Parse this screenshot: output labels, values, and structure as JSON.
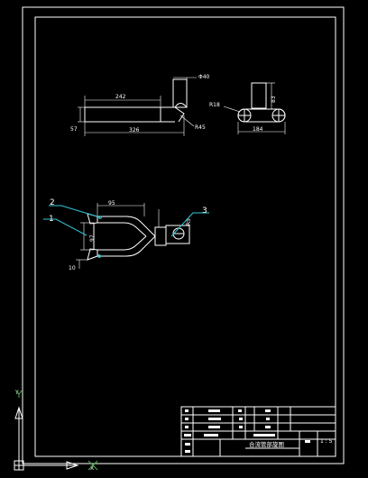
{
  "drawing": {
    "top_view_dims": {
      "length_242": "242",
      "length_326": "326",
      "dia_57": "57",
      "dia_40": "Φ40",
      "radius_r45": "R45"
    },
    "side_view_dims": {
      "radius_r18": "R18",
      "height_83": "83",
      "width_184": "184"
    },
    "plan_view_dims": {
      "width_95": "95",
      "height_97": "97",
      "offset_10": "10",
      "radius_r5": "R5"
    },
    "leaders": [
      "1",
      "2",
      "3"
    ]
  },
  "title_block": {
    "drawing_title": "合流管部旋图",
    "scale": "1 : 5"
  },
  "ucs": {
    "x_label": "X",
    "y_label": "Y"
  },
  "colors": {
    "background": "#000000",
    "lines": "#ffffff",
    "leaders": "#33c8d6",
    "ucs": "#4caf50"
  }
}
